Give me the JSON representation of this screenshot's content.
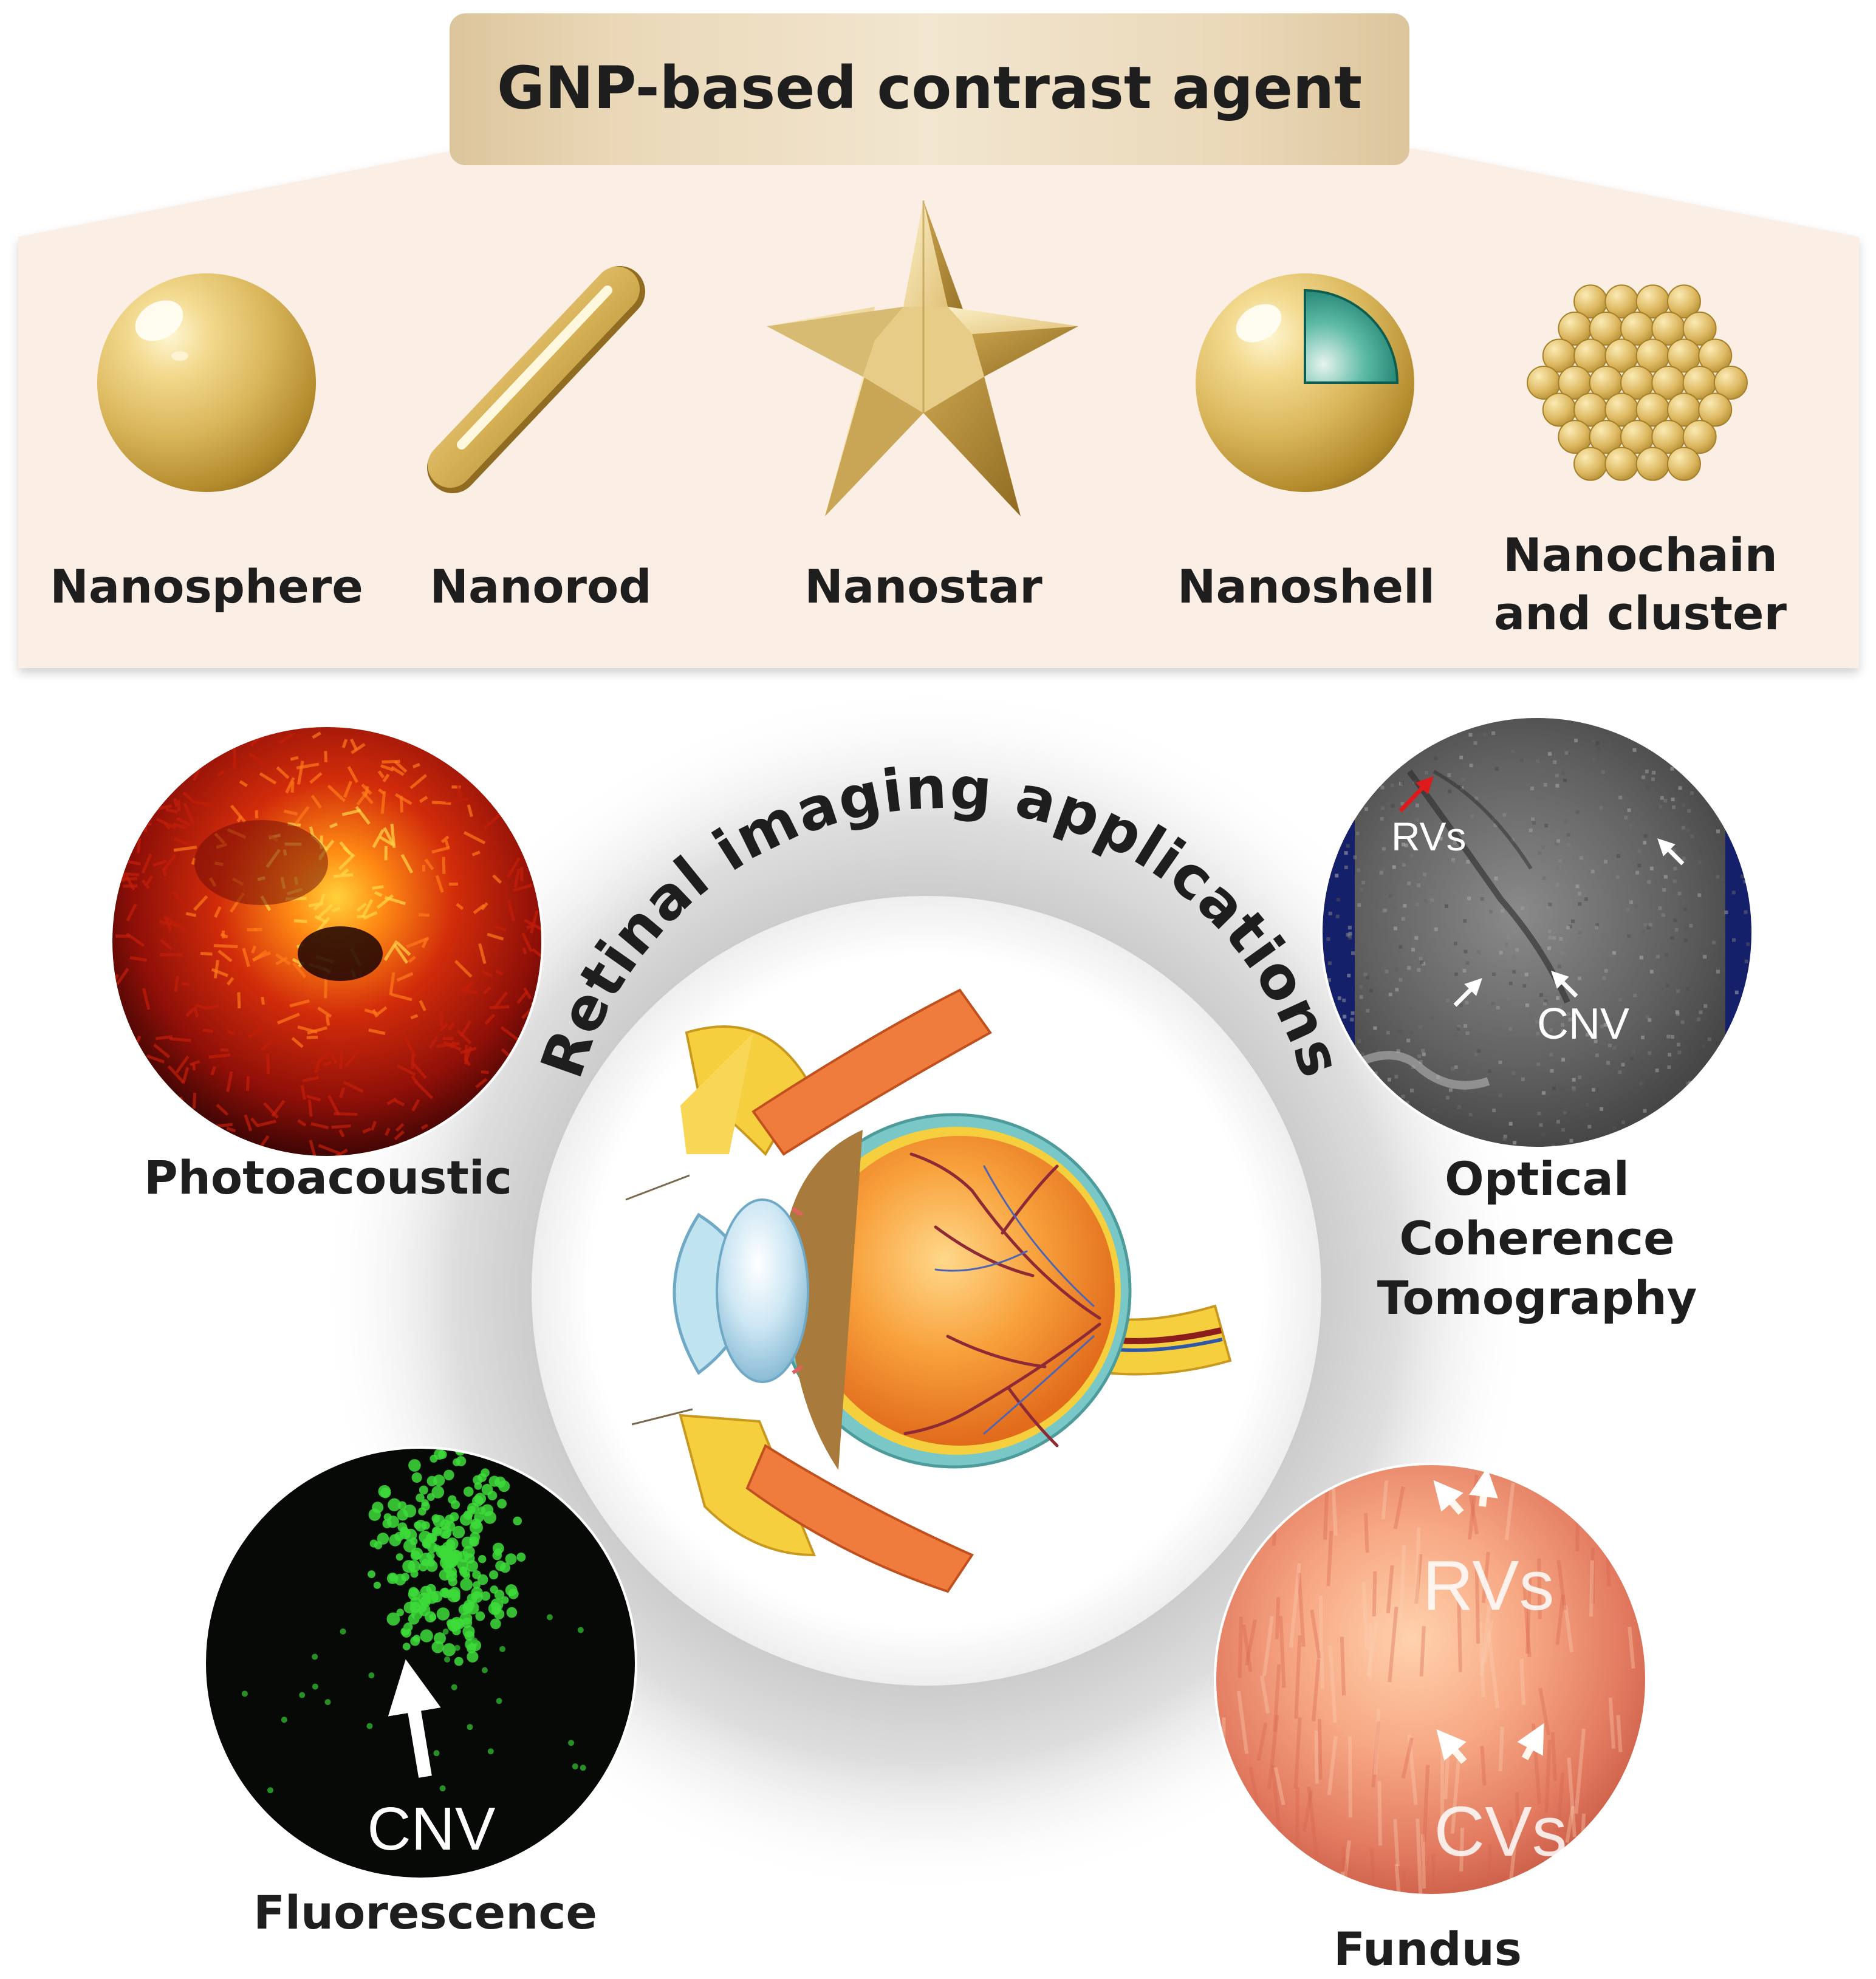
{
  "header": {
    "title": "GNP-based contrast agent"
  },
  "nanoparticles": [
    {
      "label": "Nanosphere"
    },
    {
      "label": "Nanorod"
    },
    {
      "label": "Nanostar"
    },
    {
      "label": "Nanoshell"
    },
    {
      "label_line1": "Nanochain",
      "label_line2": "and cluster"
    }
  ],
  "center": {
    "arc_text": "Retinal imaging applications"
  },
  "applications": {
    "photoacoustic": {
      "label": "Photoacoustic"
    },
    "oct": {
      "label_line1": "Optical",
      "label_line2": "Coherence",
      "label_line3": "Tomography",
      "annotation_rvs": "RVs",
      "annotation_cnv": "CNV"
    },
    "fluorescence": {
      "label": "Fluorescence",
      "annotation_cnv": "CNV"
    },
    "fundus": {
      "label": "Fundus",
      "annotation_rvs": "RVs",
      "annotation_cvs": "CVs"
    }
  },
  "colors": {
    "panel_bg": "#fbeee4",
    "title_band": "#e6d1ac",
    "gold": "#d8b45a",
    "teal": "#178b79",
    "halo": "#d2d2d2"
  }
}
